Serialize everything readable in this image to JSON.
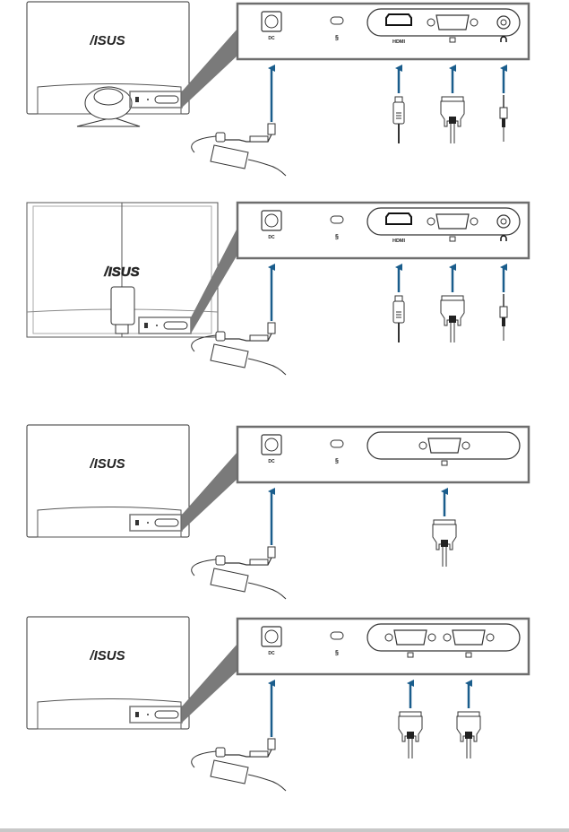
{
  "colors": {
    "arrow": "#1a5d8c",
    "outline": "#333333",
    "zoom_fill": "#7a7a7a",
    "panel_border": "#6e6e6e",
    "footer_rule": "#c8c8c8"
  },
  "brand": "/ISUS",
  "labels": {
    "dc_in": "DC",
    "hdmi": "HDMI",
    "lock_icon": "kensington-lock-icon",
    "vga_icon": "monitor-icon",
    "audio_icon": "headphone-icon"
  },
  "panels": [
    {
      "id": "model-a",
      "monitor_style": "round-base",
      "ports": [
        "dc-in",
        "lock",
        "hdmi",
        "vga",
        "audio"
      ],
      "port_labels": [
        "DC",
        "",
        "HDMI",
        "",
        ""
      ],
      "cables": [
        "power-adapter",
        "hdmi-cable",
        "vga-cable",
        "audio-cable"
      ]
    },
    {
      "id": "model-b",
      "monitor_style": "frame-stand",
      "ports": [
        "dc-in",
        "lock",
        "hdmi",
        "vga",
        "audio"
      ],
      "port_labels": [
        "DC",
        "",
        "HDMI",
        "",
        ""
      ],
      "cables": [
        "power-adapter",
        "hdmi-cable",
        "vga-cable",
        "audio-cable"
      ]
    },
    {
      "id": "model-c",
      "monitor_style": "plain",
      "ports": [
        "dc-in",
        "lock",
        "vga"
      ],
      "port_labels": [
        "DC",
        "",
        ""
      ],
      "cables": [
        "power-adapter",
        "vga-cable"
      ]
    },
    {
      "id": "model-d",
      "monitor_style": "plain",
      "ports": [
        "dc-in",
        "lock",
        "vga",
        "dvi"
      ],
      "port_labels": [
        "DC",
        "",
        "",
        ""
      ],
      "cables": [
        "power-adapter",
        "vga-cable",
        "vga-cable"
      ]
    }
  ]
}
